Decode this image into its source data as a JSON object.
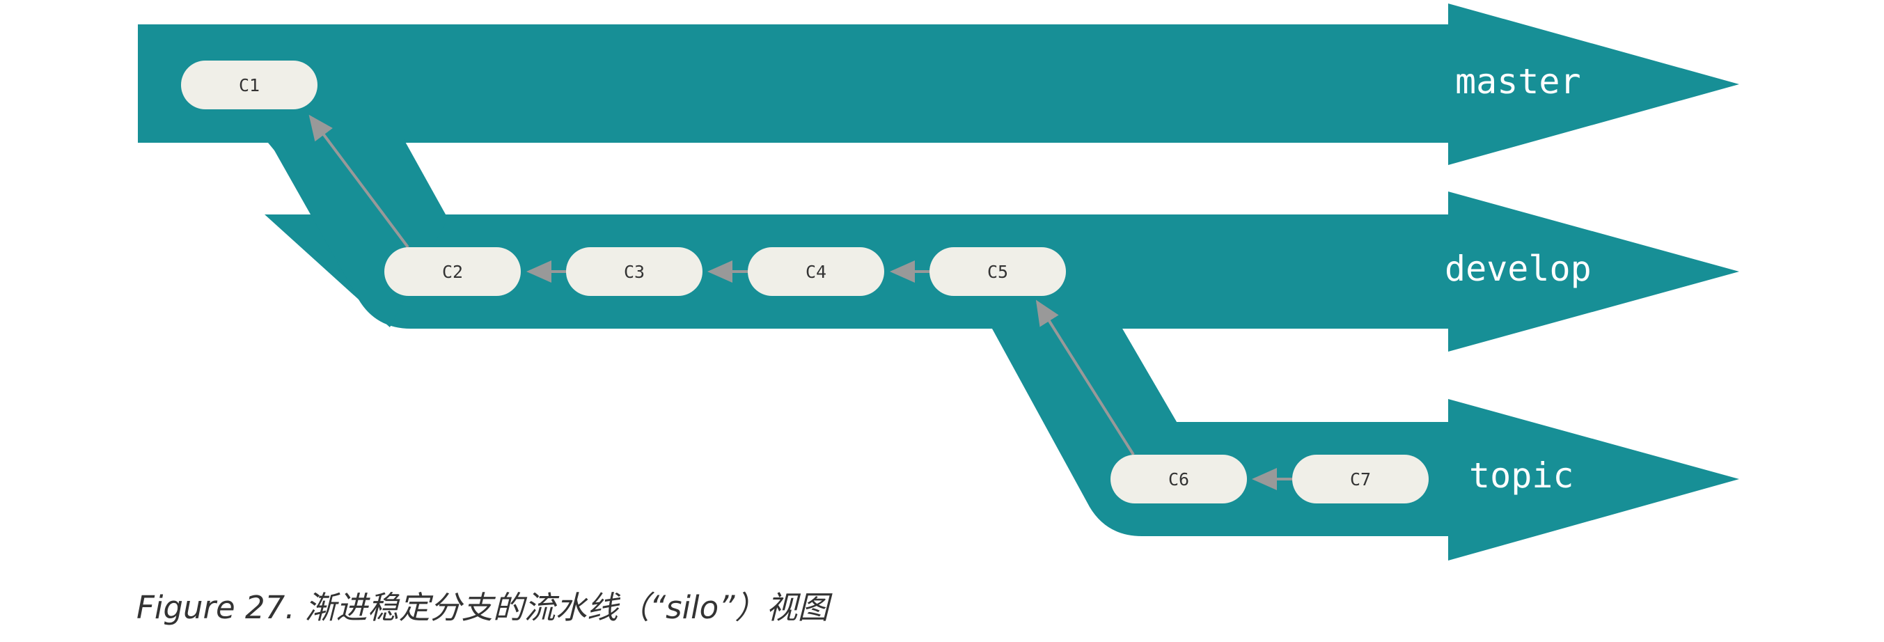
{
  "colors": {
    "branch": "#178f96",
    "commit_fill": "#f0efe8",
    "arrow": "#999999",
    "branch_text": "#ffffff"
  },
  "branches": [
    {
      "id": "master",
      "label": "master"
    },
    {
      "id": "develop",
      "label": "develop"
    },
    {
      "id": "topic",
      "label": "topic"
    }
  ],
  "commits": [
    {
      "id": "c1",
      "label": "C1",
      "branch": "master"
    },
    {
      "id": "c2",
      "label": "C2",
      "branch": "develop"
    },
    {
      "id": "c3",
      "label": "C3",
      "branch": "develop"
    },
    {
      "id": "c4",
      "label": "C4",
      "branch": "develop"
    },
    {
      "id": "c5",
      "label": "C5",
      "branch": "develop"
    },
    {
      "id": "c6",
      "label": "C6",
      "branch": "topic"
    },
    {
      "id": "c7",
      "label": "C7",
      "branch": "topic"
    }
  ],
  "parent_links": [
    {
      "from": "c2",
      "to": "c1"
    },
    {
      "from": "c3",
      "to": "c2"
    },
    {
      "from": "c4",
      "to": "c3"
    },
    {
      "from": "c5",
      "to": "c4"
    },
    {
      "from": "c6",
      "to": "c5"
    },
    {
      "from": "c7",
      "to": "c6"
    }
  ],
  "caption": "Figure 27. 渐进稳定分支的流水线（“silo”）视图"
}
